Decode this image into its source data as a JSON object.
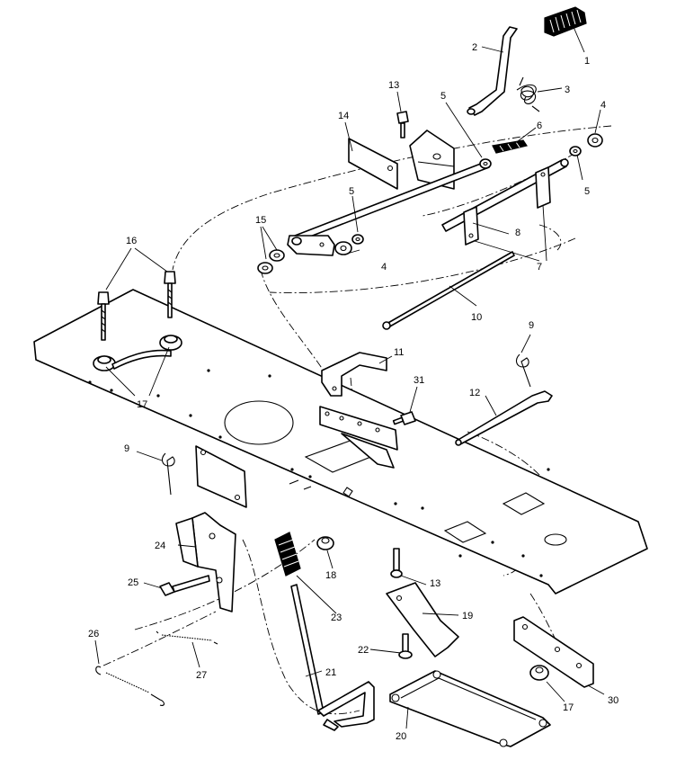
{
  "callouts": [
    {
      "id": "c1",
      "text": "1"
    },
    {
      "id": "c2",
      "text": "2"
    },
    {
      "id": "c3",
      "text": "3"
    },
    {
      "id": "c4a",
      "text": "4"
    },
    {
      "id": "c4b",
      "text": "4"
    },
    {
      "id": "c5a",
      "text": "5"
    },
    {
      "id": "c5b",
      "text": "5"
    },
    {
      "id": "c5c",
      "text": "5"
    },
    {
      "id": "c6",
      "text": "6"
    },
    {
      "id": "c7",
      "text": "7"
    },
    {
      "id": "c8",
      "text": "8"
    },
    {
      "id": "c9a",
      "text": "9"
    },
    {
      "id": "c9b",
      "text": "9"
    },
    {
      "id": "c10",
      "text": "10"
    },
    {
      "id": "c11",
      "text": "11"
    },
    {
      "id": "c12",
      "text": "12"
    },
    {
      "id": "c13a",
      "text": "13"
    },
    {
      "id": "c13b",
      "text": "13"
    },
    {
      "id": "c14",
      "text": "14"
    },
    {
      "id": "c15",
      "text": "15"
    },
    {
      "id": "c16",
      "text": "16"
    },
    {
      "id": "c17a",
      "text": "17"
    },
    {
      "id": "c17b",
      "text": "17"
    },
    {
      "id": "c18",
      "text": "18"
    },
    {
      "id": "c19",
      "text": "19"
    },
    {
      "id": "c20",
      "text": "20"
    },
    {
      "id": "c21",
      "text": "21"
    },
    {
      "id": "c22",
      "text": "22"
    },
    {
      "id": "c23",
      "text": "23"
    },
    {
      "id": "c24",
      "text": "24"
    },
    {
      "id": "c25",
      "text": "25"
    },
    {
      "id": "c26",
      "text": "26"
    },
    {
      "id": "c27",
      "text": "27"
    },
    {
      "id": "c30",
      "text": "30"
    },
    {
      "id": "c31",
      "text": "31"
    }
  ]
}
